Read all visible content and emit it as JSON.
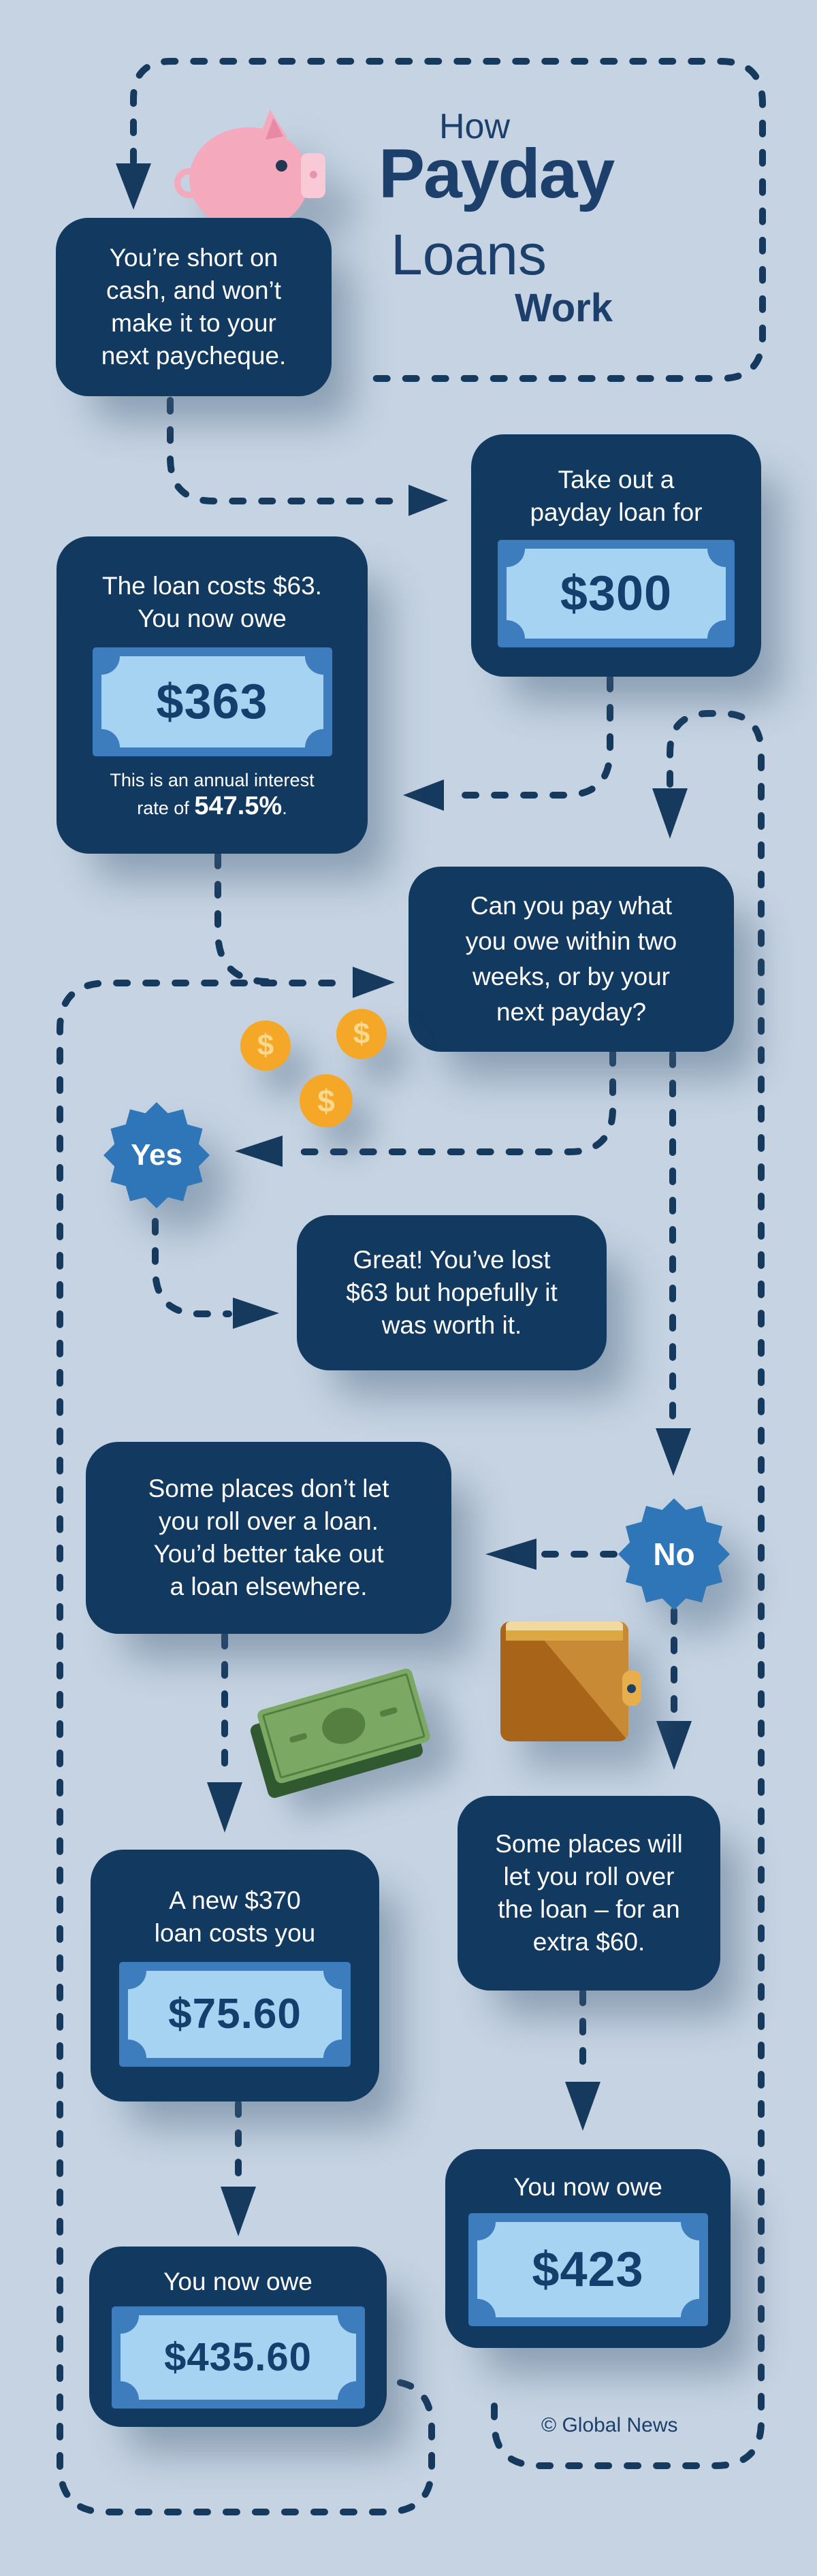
{
  "title": {
    "line1": "How",
    "line2": "Payday",
    "line3": "Loans",
    "line4": "Work"
  },
  "boxes": {
    "short_on_cash": {
      "lines": [
        "You’re short on",
        "cash, and won’t",
        "make it to your",
        "next paycheque."
      ]
    },
    "take_out": {
      "lines": [
        "Take out a",
        "payday loan for"
      ],
      "value": "$300"
    },
    "loan_costs": {
      "lines": [
        "The loan costs $63.",
        "You now owe"
      ],
      "value": "$363",
      "interest_line": "This is an annual interest",
      "rate_prefix": "rate of ",
      "rate": "547.5%",
      "rate_suffix": "."
    },
    "question": {
      "lines": [
        "Can you pay what",
        "you owe within two",
        "weeks, or by your",
        "next payday?"
      ]
    },
    "great": {
      "lines": [
        "Great! You’ve lost",
        "$63 but hopefully it",
        "was worth it."
      ]
    },
    "no_rollover": {
      "lines": [
        "Some places don’t let",
        "you roll over a loan.",
        "You’d better take out",
        "a loan elsewhere."
      ]
    },
    "rollover": {
      "lines": [
        "Some places will",
        "let you roll over",
        "the loan – for an",
        "extra $60."
      ]
    },
    "new_loan": {
      "lines": [
        "A new $370",
        "loan costs you"
      ],
      "value": "$75.60"
    },
    "owe_423": {
      "label": "You now owe",
      "value": "$423"
    },
    "owe_435": {
      "label": "You now owe",
      "value": "$435.60"
    }
  },
  "badges": {
    "yes": "Yes",
    "no": "No"
  },
  "coins": {
    "symbol": "$"
  },
  "footer": {
    "credit": "© Global News"
  },
  "colors": {
    "background": "#c5d3e2",
    "box_navy": "#123a60",
    "dash_navy": "#16395e",
    "badge_blue": "#2f76b9",
    "note_frame": "#3d7cbd",
    "note_fill": "#a7d3f2",
    "note_value": "#143e6b",
    "coin_gold": "#f5a727",
    "pig_pink": "#f4a9bd",
    "wallet_brown": "#a8651a",
    "bill_green": "#7ba964",
    "title_navy": "#1c406b"
  }
}
